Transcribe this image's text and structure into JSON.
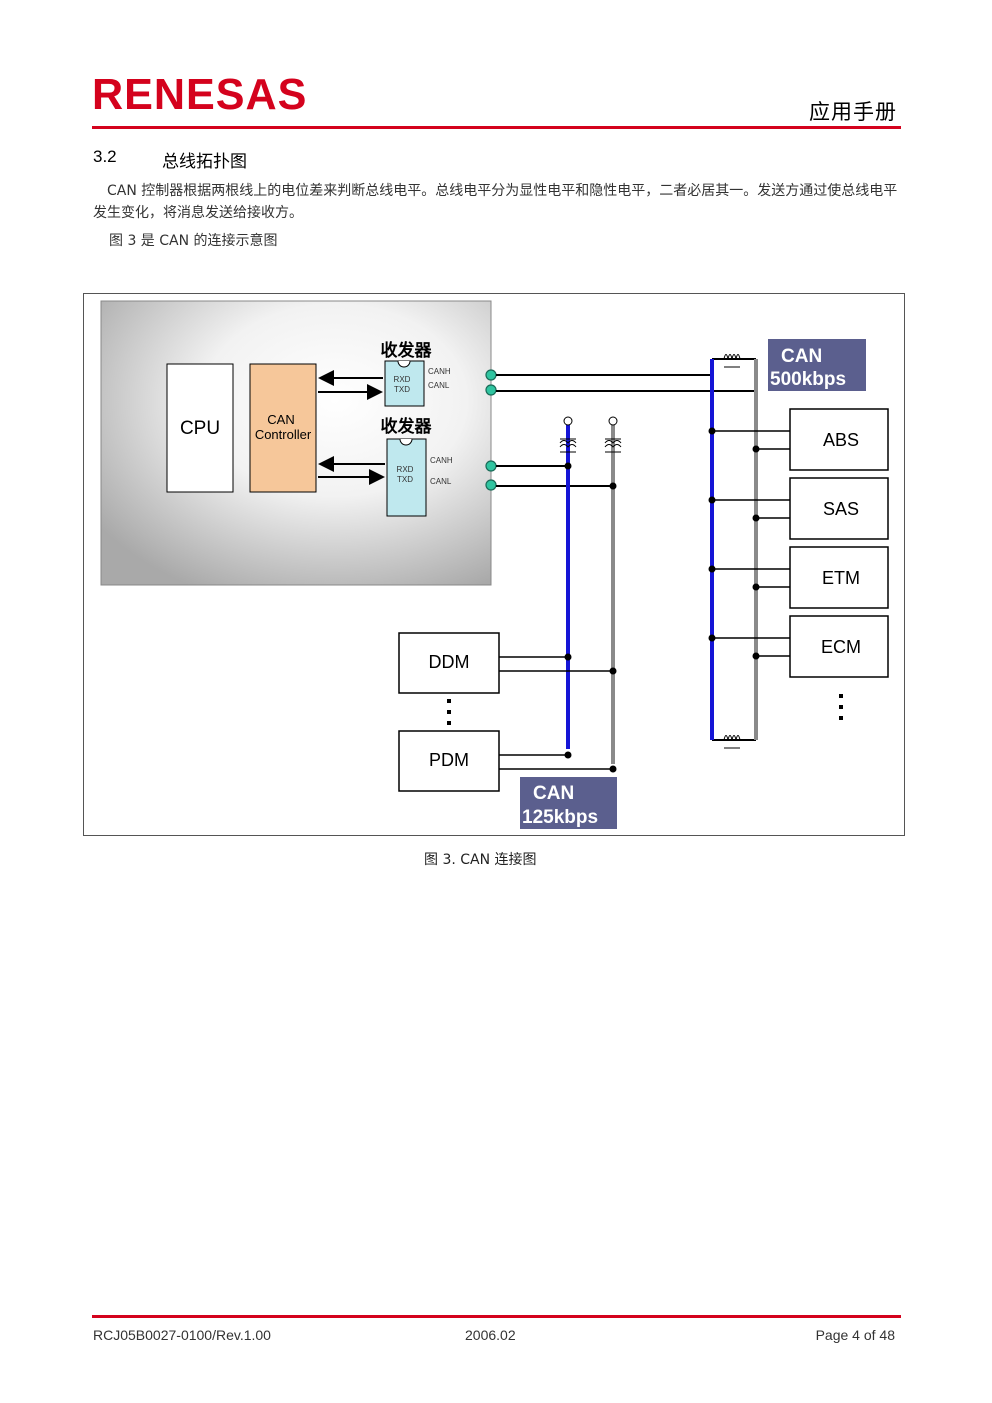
{
  "header": {
    "logo_text": "RENESAS",
    "doc_type": "应用手册",
    "accent_color": "#d4021d"
  },
  "section": {
    "number": "3.2",
    "title": "总线拓扑图",
    "paragraph1": "CAN 控制器根据两根线上的电位差来判断总线电平。总线电平分为显性电平和隐性电平，二者必居其一。发送方通过使总线电平发生变化，将消息发送给接收方。",
    "paragraph2": "图 3 是 CAN 的连接示意图"
  },
  "figure": {
    "transceiver_label_1": "收发器",
    "transceiver_label_2": "收发器",
    "cpu_label": "CPU",
    "controller_line1": "CAN",
    "controller_line2": "Controller",
    "t1_pins": [
      "RXD",
      "TXD"
    ],
    "t1_out": [
      "CANH",
      "CANL"
    ],
    "t2_pins": [
      "RXD",
      "TXD"
    ],
    "t2_out": [
      "CANH",
      "CANL"
    ],
    "nodes_right": [
      "ABS",
      "SAS",
      "ETM",
      "ECM"
    ],
    "nodes_left": [
      "DDM",
      "PDM"
    ],
    "bus_fast_line1": "CAN",
    "bus_fast_line2": "500kbps",
    "bus_slow_line1": "CAN",
    "bus_slow_line2": "125kbps",
    "bus_label_color": "#5b5f8e",
    "bus_high_color": "#1515d6",
    "bus_low_color": "#8a8a8a",
    "controller_color": "#f6c79a",
    "transceiver_color": "#bfe8ee"
  },
  "caption": "图 3.   CAN 连接图",
  "footer": {
    "doc_id": "RCJ05B0027-0100/Rev.1.00",
    "date": "2006.02",
    "page": "Page 4 of 48"
  }
}
